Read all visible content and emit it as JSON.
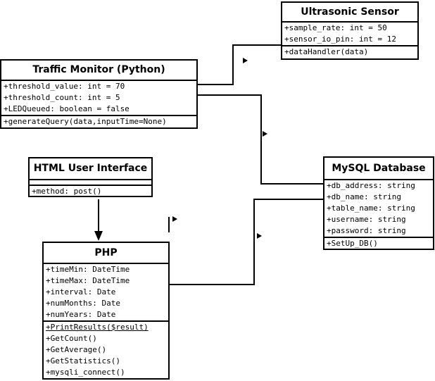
{
  "colors": {
    "line": "#000000",
    "background": "#ffffff"
  },
  "classes": {
    "ultrasonic": {
      "title": "Ultrasonic Sensor",
      "attributes": [
        "+sample_rate: int = 50",
        "+sensor_io_pin: int = 12"
      ],
      "methods": [
        "+dataHandler(data)"
      ]
    },
    "traffic": {
      "title": "Traffic Monitor (Python)",
      "attributes": [
        "+threshold_value: int = 70",
        "+threshold_count: int = 5",
        "+LEDQueued: boolean = false"
      ],
      "methods": [
        "+generateQuery(data,inputTime=None)"
      ]
    },
    "html_ui": {
      "title": "HTML User Interface",
      "attributes": [],
      "methods": [
        "+method: post()"
      ]
    },
    "mysql": {
      "title": "MySQL Database",
      "attributes": [
        "+db_address: string",
        "+db_name: string",
        "+table_name: string",
        "+username: string",
        "+password: string"
      ],
      "methods": [
        "+SetUp_DB()"
      ]
    },
    "php": {
      "title": "PHP",
      "attributes": [
        "+timeMin: DateTime",
        "+timeMax: DateTime",
        "+interval: Date",
        "+numMonths: Date",
        "+numYears: Date"
      ],
      "methods": [
        "+PrintResults($result)",
        "+GetCount()",
        "+GetAverage()",
        "+GetStatistics()",
        "+mysqli_connect()"
      ]
    }
  }
}
